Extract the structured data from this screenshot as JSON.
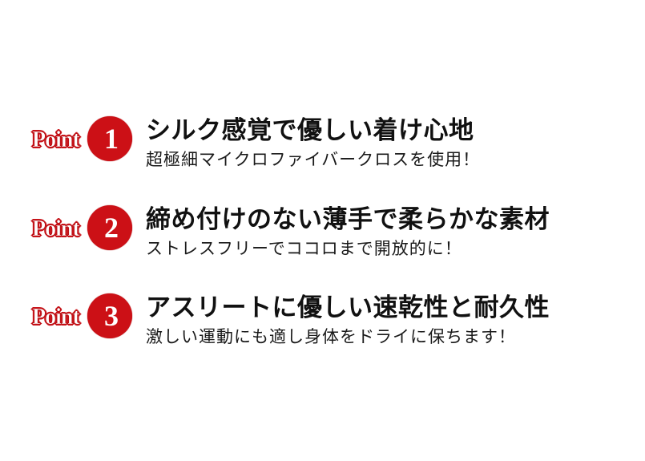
{
  "points": [
    {
      "label": "Point",
      "number": "1",
      "title": "シルク感覚で優しい着け心地",
      "subtitle": "超極細マイクロファイバークロスを使用！"
    },
    {
      "label": "Point",
      "number": "2",
      "title": "締め付けのない薄手で柔らかな素材",
      "subtitle": "ストレスフリーでココロまで開放的に！"
    },
    {
      "label": "Point",
      "number": "3",
      "title": "アスリートに優しい速乾性と耐久性",
      "subtitle": "激しい運動にも適し身体をドライに保ちます！"
    }
  ],
  "colors": {
    "badge_red": "#cc1016",
    "text": "#111111",
    "background": "#ffffff"
  }
}
